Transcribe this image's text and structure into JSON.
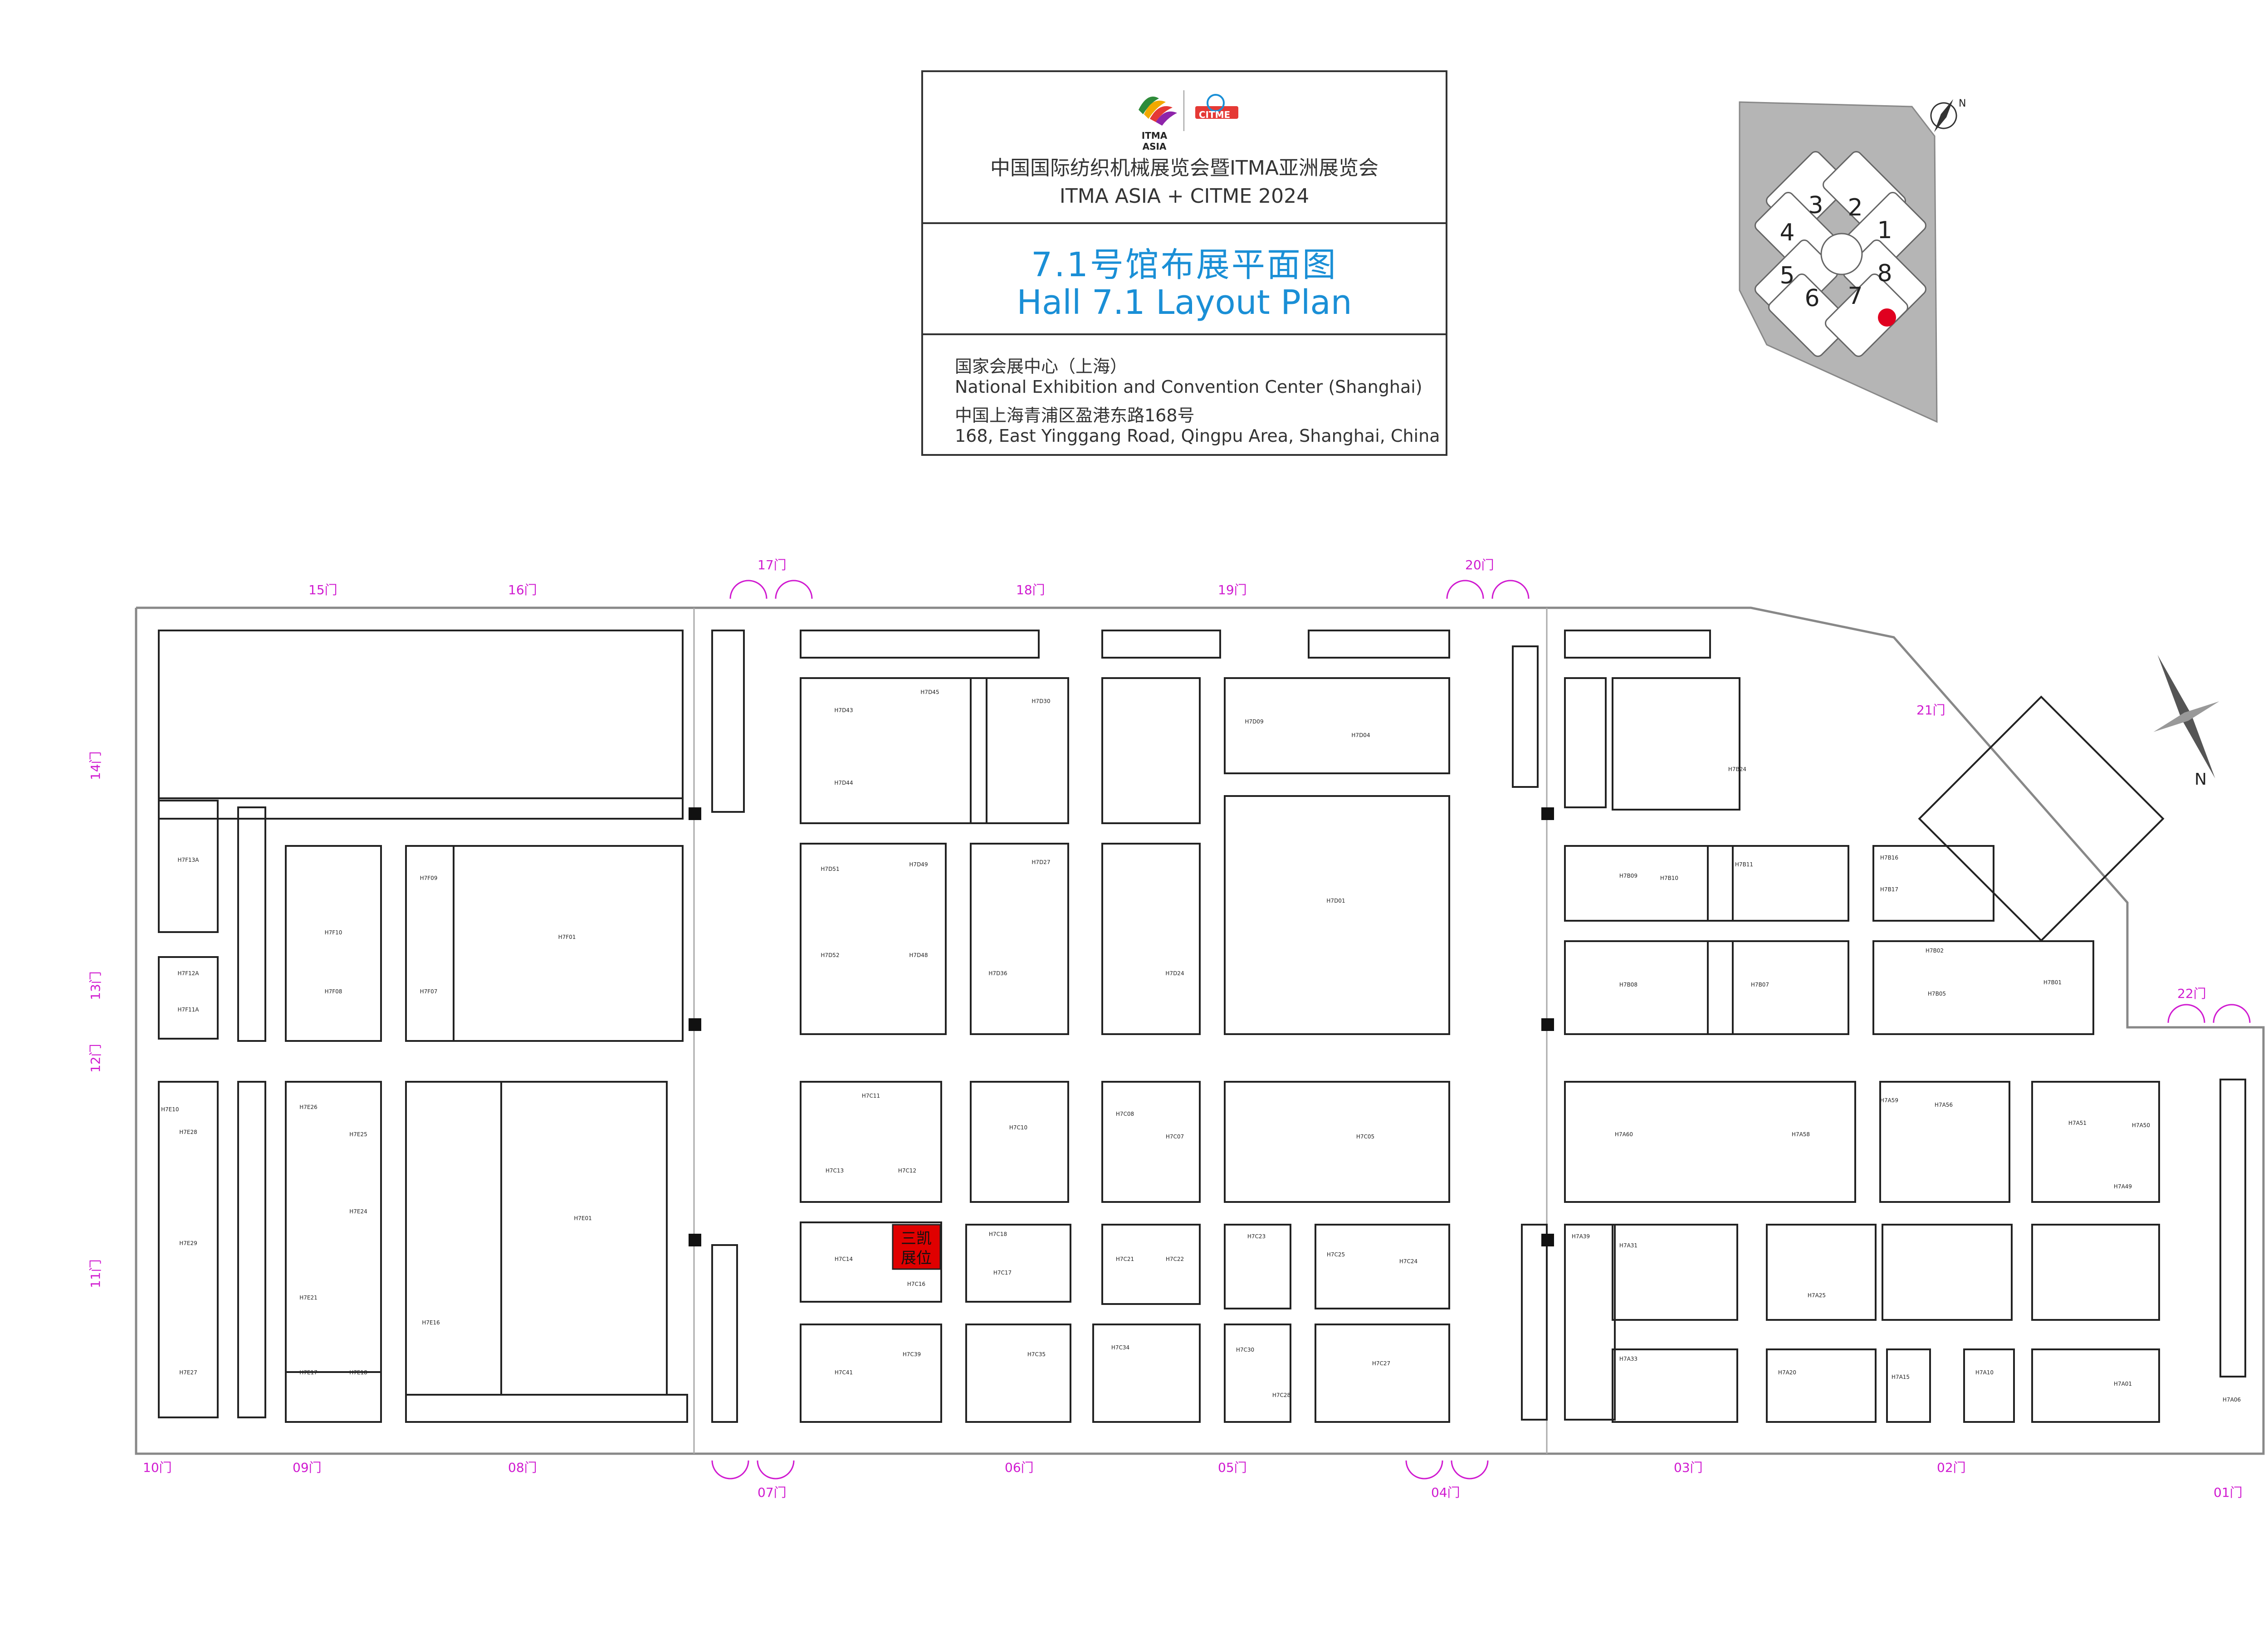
{
  "header": {
    "title_cn": "中国国际纺织机械展览会暨ITMA亚洲展览会",
    "title_en": "ITMA ASIA + CITME 2024",
    "logo_itma": "ITMA ASIA",
    "logo_citme": "CITME",
    "hall_cn": "7.1号馆布展平面图",
    "hall_en": "Hall 7.1 Layout Plan",
    "venue_cn": "国家会展中心（上海）",
    "venue_en": "National Exhibition and Convention Center (Shanghai)",
    "address_cn": "中国上海青浦区盈港东路168号",
    "address_en": "168, East Yinggang Road, Qingpu Area, Shanghai, China"
  },
  "site_map": {
    "halls": [
      "1",
      "2",
      "3",
      "4",
      "5",
      "6",
      "7",
      "8"
    ],
    "compass": "N",
    "highlight_hall": "7"
  },
  "compass_big": "N",
  "highlight_booth": {
    "line1": "三凯",
    "line2": "展位",
    "color": "#e00000"
  },
  "gates": [
    "01门",
    "02门",
    "03门",
    "04门",
    "05门",
    "06门",
    "07门",
    "08门",
    "09门",
    "10门",
    "11门",
    "12门",
    "13门",
    "14门",
    "15门",
    "16门",
    "17门",
    "18门",
    "19门",
    "20门",
    "21门",
    "22门"
  ],
  "booths": {
    "b0": "H7E10",
    "b1": "H7F13A",
    "b2": "H7F12A",
    "b3": "H7F11A",
    "b4": "H7F10",
    "b5": "H7F09",
    "b6": "H7F08",
    "b7": "H7F07",
    "b8": "H7F01",
    "b9": "H7E28",
    "b10": "H7E29",
    "b11": "H7E27",
    "b12": "H7E26",
    "b13": "H7E25",
    "b14": "H7E24",
    "b15": "H7E21",
    "b16": "H7E17",
    "b17": "H7E18",
    "b18": "H7E16",
    "b19": "H7E01",
    "b20": "H7D43",
    "b21": "H7D44",
    "b22": "H7D45",
    "b23": "H7D51",
    "b24": "H7D49",
    "b25": "H7D52",
    "b26": "H7D48",
    "b27": "H7D36",
    "b28": "H7D30",
    "b29": "H7D27",
    "b30": "H7D24",
    "b31": "H7D01",
    "b32": "H7D04",
    "b33": "H7D09",
    "b34": "H7C11",
    "b35": "H7C13",
    "b36": "H7C12",
    "b37": "H7C10",
    "b38": "H7C14",
    "b39": "H7C16",
    "b40": "H7C08",
    "b41": "H7C07",
    "b42": "H7C05",
    "b43": "H7C18",
    "b44": "H7C17",
    "b45": "H7C21",
    "b46": "H7C22",
    "b47": "H7C23",
    "b48": "H7C24",
    "b49": "H7C25",
    "b50": "H7C27",
    "b51": "H7C41",
    "b52": "H7C39",
    "b53": "H7C35",
    "b54": "H7C34",
    "b55": "H7C30",
    "b56": "H7C28",
    "b57": "H7B08",
    "b58": "H7B09",
    "b59": "H7B10",
    "b60": "H7B07",
    "b61": "H7B05",
    "b62": "H7B02",
    "b63": "H7B01",
    "b64": "H7B24",
    "b65": "H7B11",
    "b66": "H7B16",
    "b67": "H7B17",
    "b68": "H7A60",
    "b69": "H7A59",
    "b70": "H7A58",
    "b71": "H7A56",
    "b72": "H7A51",
    "b73": "H7A50",
    "b74": "H7A49",
    "b75": "H7A39",
    "b76": "H7A31",
    "b77": "H7A33",
    "b78": "H7A25",
    "b79": "H7A01",
    "b80": "H7A20",
    "b81": "H7A15",
    "b82": "H7A10",
    "b83": "H7A06"
  }
}
